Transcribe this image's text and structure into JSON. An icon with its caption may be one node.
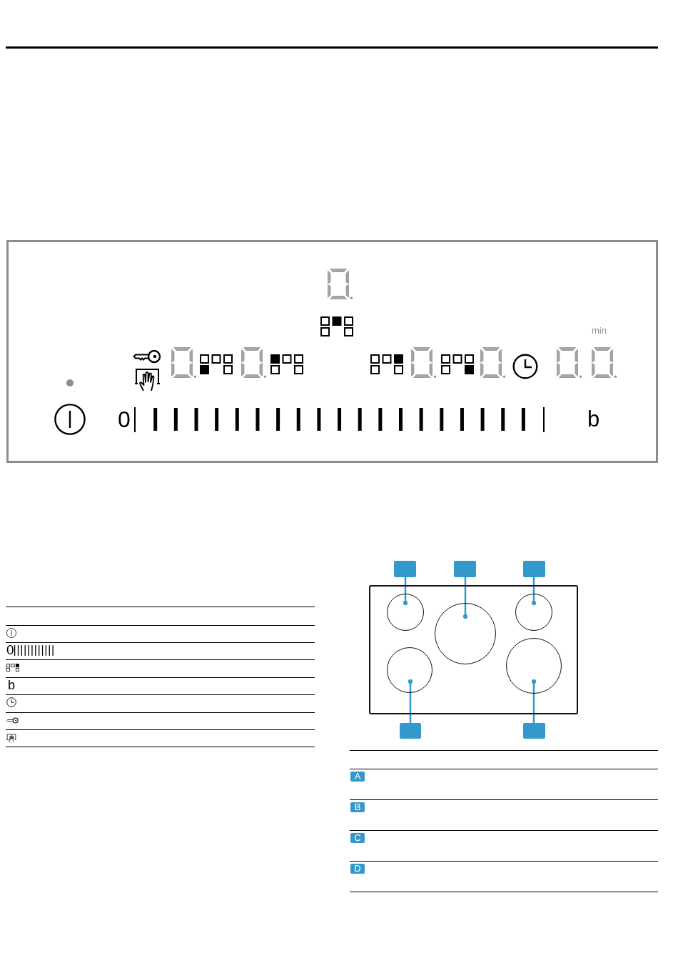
{
  "diagram": {
    "nodes": [
      {
        "text": [],
        "shape": "box"
      },
      {
        "text": [],
        "shape": "box"
      },
      {
        "text": [],
        "shape": "box"
      },
      {
        "text": [],
        "shape": "box"
      },
      {
        "text": [],
        "shape": "circle",
        "in": 3
      },
      {
        "text": [],
        "shape": "circle",
        "in": 3
      },
      {
        "text": [],
        "shape": "circle",
        "in": 3
      },
      {
        "text": [],
        "shape": "circle",
        "in": 3
      },
      {
        "text": [],
        "shape": "circle",
        "in": 3
      },
      {
        "text": [],
        "shape": "box"
      },
      {
        "text": [],
        "shape": "box"
      },
      {
        "text": [
          "A"
        ]
      },
      {
        "text": [
          "B"
        ]
      },
      {
        "text": [
          "C"
        ]
      },
      {
        "text": [
          "D"
        ]
      }
    ],
    "edges": [
      {
        "from": 0,
        "to": 4,
        "arrow": "other"
      },
      {
        "from": 1,
        "to": 5,
        "arrow": "other"
      },
      {
        "from": 2,
        "to": 6,
        "arrow": "other"
      },
      {
        "from": 9,
        "to": 7,
        "arrow": "other"
      },
      {
        "from": 10,
        "to": 8,
        "arrow": "other"
      }
    ],
    "labels": [
      "min",
      "0",
      "b",
      "0",
      "b"
    ]
  }
}
